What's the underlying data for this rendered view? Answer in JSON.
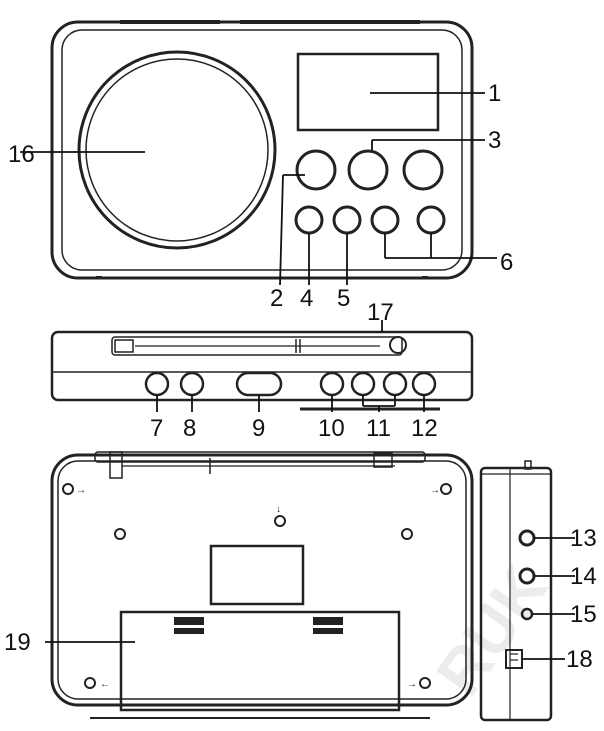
{
  "watermark": "RUK",
  "labels": {
    "l1": "1",
    "l2": "2",
    "l3": "3",
    "l4": "4",
    "l5": "5",
    "l6": "6",
    "l7": "7",
    "l8": "8",
    "l9": "9",
    "l10": "10",
    "l11": "11",
    "l12": "12",
    "l13": "13",
    "l14": "14",
    "l15": "15",
    "l16": "16",
    "l17": "17",
    "l18": "18",
    "l19": "19"
  }
}
